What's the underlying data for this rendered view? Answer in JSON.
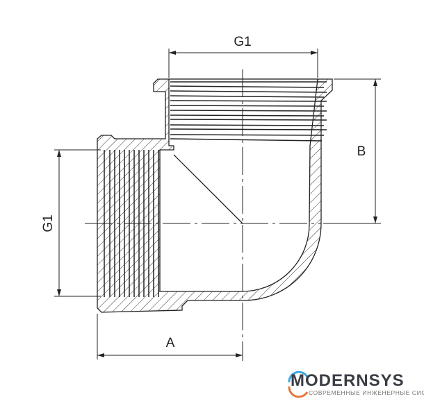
{
  "drawing": {
    "dimensions": {
      "top_label": "G1",
      "left_label": "G1",
      "right_label": "B",
      "bottom_label": "A"
    }
  },
  "logo": {
    "name": "MODERNSYS",
    "tagline": "СОВРЕМЕННЫЕ ИНЖЕНЕРНЫЕ СИСТЕМЫ",
    "colors": {
      "arc_top": "#3aa6dd",
      "arc_bottom": "#e8743a",
      "text": "#3a3d44"
    }
  }
}
